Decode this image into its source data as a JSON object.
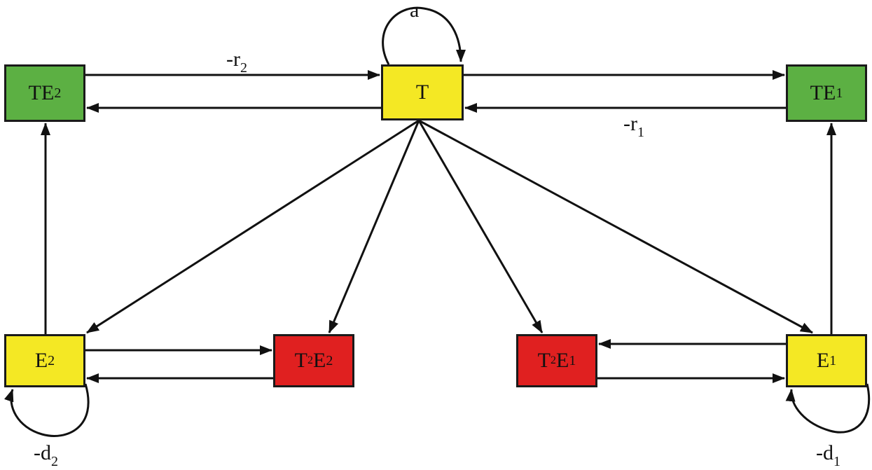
{
  "colors": {
    "yellow": "#f4e824",
    "green": "#5cb043",
    "red": "#e02020",
    "line": "#111111"
  },
  "nodes": {
    "TE2": {
      "main": "TE",
      "sub": "2",
      "color": "green"
    },
    "T": {
      "main": "T",
      "color": "yellow"
    },
    "TE1": {
      "main": "TE",
      "sub": "1",
      "color": "green"
    },
    "E2": {
      "main": "E",
      "sub": "2",
      "color": "yellow"
    },
    "T2E2": {
      "pre": "T",
      "sup": "2",
      "main": "E",
      "sub": "2",
      "color": "red"
    },
    "T2E1": {
      "pre": "T",
      "sup": "2",
      "main": "E",
      "sub": "1",
      "color": "red"
    },
    "E1": {
      "main": "E",
      "sub": "1",
      "color": "yellow"
    }
  },
  "labels": {
    "a": {
      "main": "a"
    },
    "r2": {
      "main": "-r",
      "sub": "2"
    },
    "r1": {
      "main": "-r",
      "sub": "1"
    },
    "d2": {
      "main": "-d",
      "sub": "2"
    },
    "d1": {
      "main": "-d",
      "sub": "1"
    }
  },
  "edges": [
    {
      "from": "TE2",
      "to": "T"
    },
    {
      "from": "T",
      "to": "TE2"
    },
    {
      "from": "T",
      "to": "TE1"
    },
    {
      "from": "TE1",
      "to": "T"
    },
    {
      "from": "T",
      "to": "T",
      "label": "a"
    },
    {
      "from": "T",
      "to": "E2"
    },
    {
      "from": "T",
      "to": "T2E2"
    },
    {
      "from": "T",
      "to": "T2E1"
    },
    {
      "from": "T",
      "to": "E1"
    },
    {
      "from": "E2",
      "to": "TE2"
    },
    {
      "from": "E1",
      "to": "TE1"
    },
    {
      "from": "E2",
      "to": "T2E2"
    },
    {
      "from": "T2E2",
      "to": "E2"
    },
    {
      "from": "E1",
      "to": "T2E1"
    },
    {
      "from": "T2E1",
      "to": "E1"
    },
    {
      "from": "E2",
      "to": "E2",
      "label": "-d2"
    },
    {
      "from": "E1",
      "to": "E1",
      "label": "-d1"
    }
  ]
}
